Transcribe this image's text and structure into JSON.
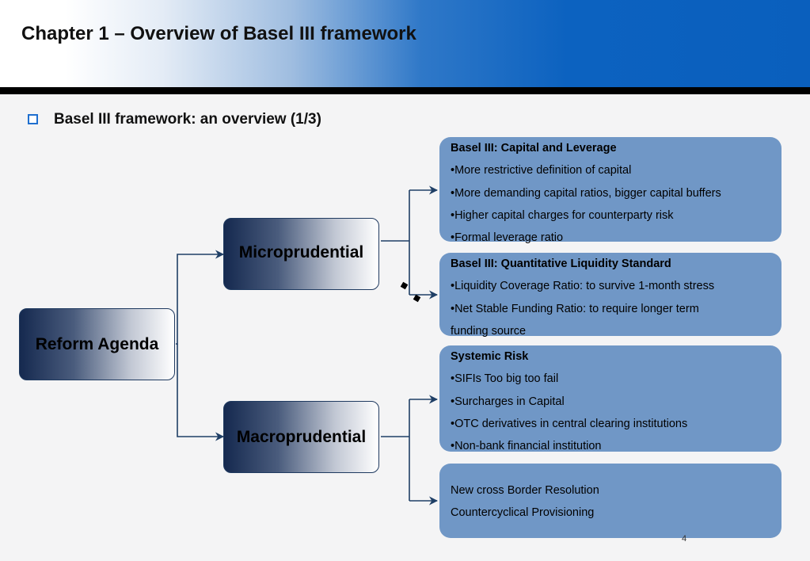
{
  "header": {
    "chapter_title": "Chapter 1 – Overview of Basel III framework"
  },
  "section": {
    "title": "Basel III framework: an overview (1/3)"
  },
  "nodes": {
    "reform": "Reform Agenda",
    "micro": "Microprudential",
    "macro": "Macroprudential"
  },
  "cards": {
    "capital": {
      "title": "Basel III: Capital and Leverage",
      "items": [
        "•More restrictive definition of capital",
        "•More demanding capital ratios, bigger capital buffers",
        "•Higher capital charges for counterparty risk",
        "•Formal leverage ratio"
      ]
    },
    "liquidity": {
      "title": "Basel III: Quantitative Liquidity Standard",
      "items": [
        "•Liquidity Coverage Ratio: to survive 1-month stress",
        "•Net Stable Funding Ratio: to require longer term",
        "funding source"
      ]
    },
    "systemic": {
      "title": "Systemic Risk",
      "items": [
        "•SIFIs Too big too fail",
        "•Surcharges in Capital",
        "•OTC derivatives in central clearing institutions",
        "•Non-bank financial institution"
      ]
    },
    "resolution": {
      "items": [
        "New cross Border Resolution",
        "Countercyclical Provisioning"
      ]
    }
  },
  "page_number": "4",
  "colors": {
    "header_blue": "#0a5fbd",
    "card_fill": "#7097c6",
    "connector": "#1f3f66",
    "bullet_box": "#1f6fcf"
  }
}
